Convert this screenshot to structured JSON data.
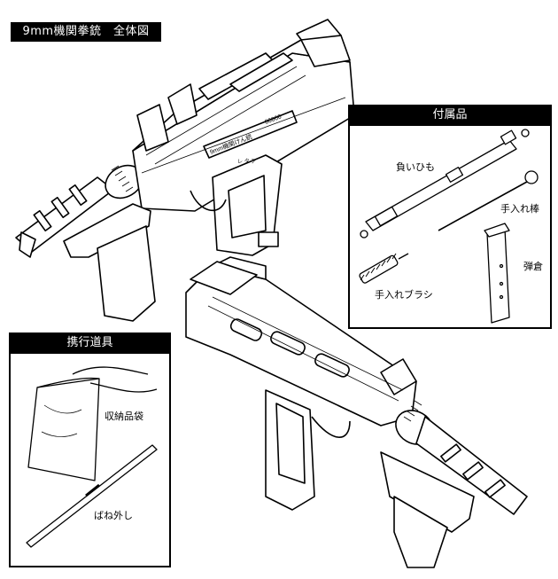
{
  "title": "9mm機関拳銃　全体図",
  "accessories": {
    "header": "付属品",
    "items": [
      "負いひも",
      "手入れ棒",
      "弾倉",
      "手入れブラシ"
    ]
  },
  "carry_tools": {
    "header": "携行道具",
    "items": [
      "収納品袋",
      "ばね外し"
    ]
  },
  "gun_markings": {
    "name": "9mm機関けん銃",
    "selector": "レ  タ  ア",
    "serial": "00000"
  }
}
